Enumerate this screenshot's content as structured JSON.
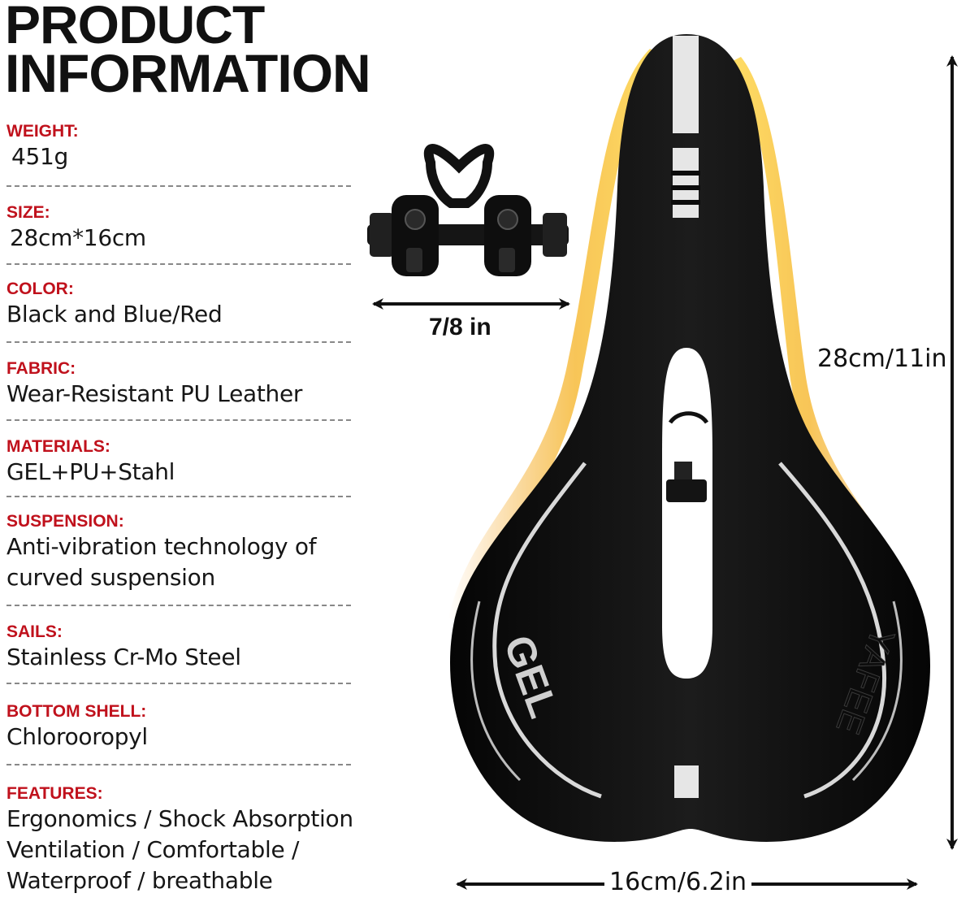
{
  "title": {
    "line1": "PRODUCT",
    "line2": "INFORMATION"
  },
  "specs": [
    {
      "label": "WEIGHT:",
      "value": "451g"
    },
    {
      "label": "SIZE:",
      "value": "28cm*16cm"
    },
    {
      "label": "COLOR:",
      "value": "Black and Blue/Red"
    },
    {
      "label": "FABRIC:",
      "value": "Wear-Resistant PU Leather"
    },
    {
      "label": "MATERIALS:",
      "value": "GEL+PU+Stahl"
    },
    {
      "label": "SUSPENSION:",
      "value": "Anti-vibration technology of\ncurved suspension"
    },
    {
      "label": "SAILS:",
      "value": "Stainless Cr-Mo Steel"
    },
    {
      "label": "BOTTOM SHELL:",
      "value": "Chlorooropyl"
    },
    {
      "label": "FEATURES:",
      "value": "Ergonomics / Shock Absorption\nVentilation / Comfortable /\nWaterproof / breathable"
    }
  ],
  "measurements": {
    "clamp_width": "7/8 in",
    "length": "28cm/11in",
    "width": "16cm/6.2in"
  },
  "saddle": {
    "left_logo": "GEL",
    "right_logo": "YAFEE"
  },
  "colors": {
    "label_red": "#c0111c",
    "saddle_black": "#0c0c0c",
    "stripe_silver": "#e6e6e6",
    "glow_orange": "#f3a21a"
  }
}
